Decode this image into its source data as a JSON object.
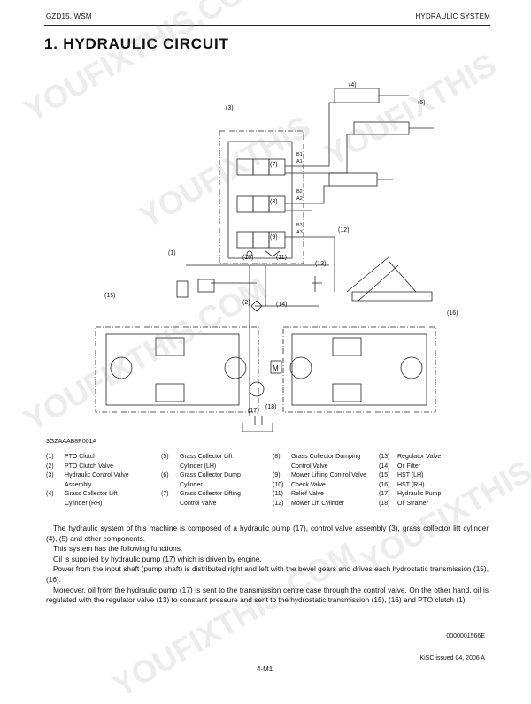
{
  "header": {
    "left": "GZD15, WSM",
    "right": "HYDRAULIC  SYSTEM"
  },
  "title": "1.  HYDRAULIC  CIRCUIT",
  "diagram": {
    "callouts": [
      "(1)",
      "(2)",
      "(3)",
      "(4)",
      "(5)",
      "(7)",
      "(8)",
      "(9)",
      "(10)",
      "(11)",
      "(12)",
      "(13)",
      "(14)",
      "(15)",
      "(16)",
      "(17)",
      "(18)"
    ],
    "port_labels": [
      "B1",
      "A1",
      "B2",
      "A2",
      "B3",
      "A3"
    ],
    "motor_label": "M"
  },
  "watermarks": [
    "YOUFIXTHIS.COM",
    "YOUFIXTHIS",
    "YOUFIXTHIS.COM",
    "YOUFIXTHIS",
    "YOUFIXTHIS.COM"
  ],
  "figure_code": "3GZAAAB8P001A",
  "legend": {
    "col1": [
      {
        "num": "(1)",
        "lines": [
          "PTO Clutch"
        ]
      },
      {
        "num": "(2)",
        "lines": [
          "PTO Clutch Valve"
        ]
      },
      {
        "num": "(3)",
        "lines": [
          "Hydraulic Control Valve",
          "Assembly"
        ]
      },
      {
        "num": "(4)",
        "lines": [
          "Grass Collector Lift",
          "Cylinder (RH)"
        ]
      }
    ],
    "col2": [
      {
        "num": "(5)",
        "lines": [
          "Grass Collector Lift",
          "Cylinder (LH)"
        ]
      },
      {
        "num": "(6)",
        "lines": [
          "Grass Collector Dump",
          "Cylinder"
        ]
      },
      {
        "num": "(7)",
        "lines": [
          "Grass Collector Lifting",
          "Control Valve"
        ]
      }
    ],
    "col3": [
      {
        "num": "(8)",
        "lines": [
          "Grass Collector Dumping",
          "Control Valve"
        ]
      },
      {
        "num": "(9)",
        "lines": [
          "Mower Lifting Control Valve"
        ]
      },
      {
        "num": "(10)",
        "lines": [
          "Check Valve"
        ]
      },
      {
        "num": "(11)",
        "lines": [
          "Relief Valve"
        ]
      },
      {
        "num": "(12)",
        "lines": [
          "Mower Lift Cylinder"
        ]
      }
    ],
    "col4": [
      {
        "num": "(13)",
        "lines": [
          "Regulator Valve"
        ]
      },
      {
        "num": "(14)",
        "lines": [
          "Oil Filter"
        ]
      },
      {
        "num": "(15)",
        "lines": [
          "HST (LH)"
        ]
      },
      {
        "num": "(16)",
        "lines": [
          "HST (RH)"
        ]
      },
      {
        "num": "(17)",
        "lines": [
          "Hydraulic Pump"
        ]
      },
      {
        "num": "(18)",
        "lines": [
          "Oil Strainer"
        ]
      }
    ]
  },
  "body": {
    "p1": "The hydraulic system of this machine is composed of a hydraulic pump (17), control valve assembly (3), grass collector lift cylinder (4), (5) and other components.",
    "p2": "This system has the following functions.",
    "p3": "Oil is supplied by hydraulic pump (17) which is driven by engine.",
    "p4": "Power from the input shaft (pump shaft) is distributed right and left with the bevel gears and drives each hydrostatic transmission (15), (16).",
    "p5": "Moreover, oil from the hydraulic pump (17) is sent to the transmission centre case through the control valve.  On the other hand, oil is regulated with the regulator valve (13) to constant pressure and sent to the hydrostatic transmission (15), (16) and PTO clutch (1)."
  },
  "footer": {
    "doc_code": "0000001566E",
    "issued": "KiSC issued 04, 2006 A",
    "page": "4-M1"
  }
}
